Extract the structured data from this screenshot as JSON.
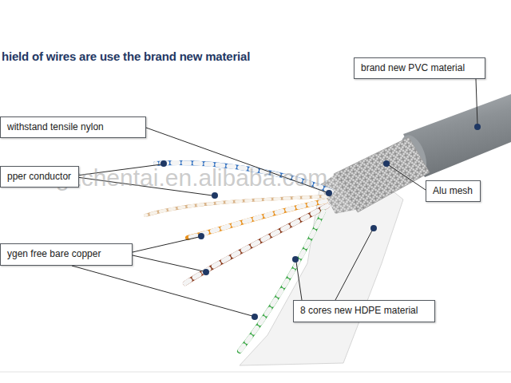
{
  "diagram": {
    "title": "hield of wires are use the brand new material",
    "nodes": [
      {
        "text": [
          "brand new PVC material"
        ]
      },
      {
        "text": [
          "withstand tensile nylon"
        ]
      },
      {
        "text": [
          "pper conductor"
        ]
      },
      {
        "text": [
          "Alu mesh"
        ]
      },
      {
        "text": [
          "ygen free bare copper"
        ]
      },
      {
        "text": [
          "8 cores new HDPE material"
        ]
      }
    ],
    "labels": [
      "gzchentai.en.alibaba.com"
    ]
  }
}
